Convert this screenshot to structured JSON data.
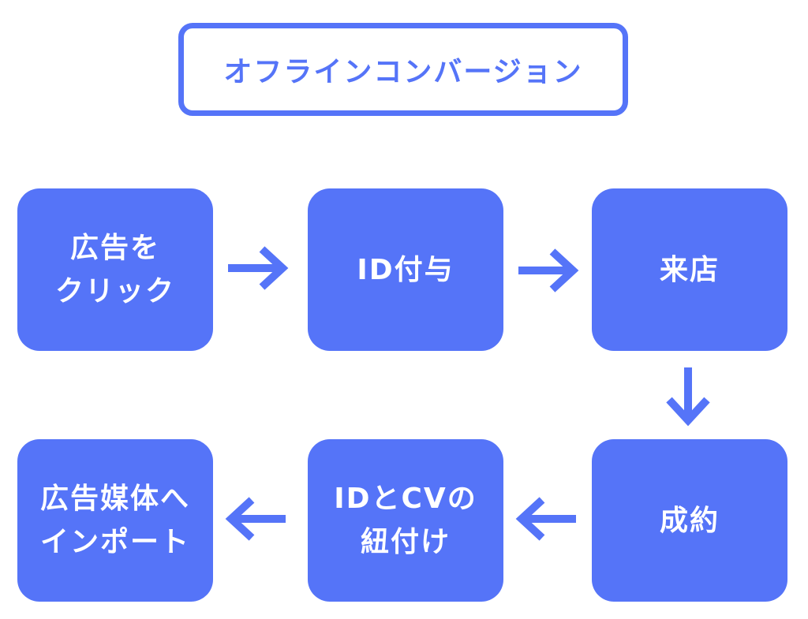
{
  "title": "オフラインコンバージョン",
  "steps": [
    {
      "lines": [
        "広告を",
        "クリック"
      ]
    },
    {
      "lines": [
        "ID付与"
      ]
    },
    {
      "lines": [
        "来店"
      ]
    },
    {
      "lines": [
        "成約"
      ]
    },
    {
      "lines": [
        "IDとCVの",
        "紐付け"
      ]
    },
    {
      "lines": [
        "広告媒体へ",
        "インポート"
      ]
    }
  ],
  "colors": {
    "accent": "#5574f8",
    "box_text": "#ffffff",
    "background": "#ffffff"
  }
}
